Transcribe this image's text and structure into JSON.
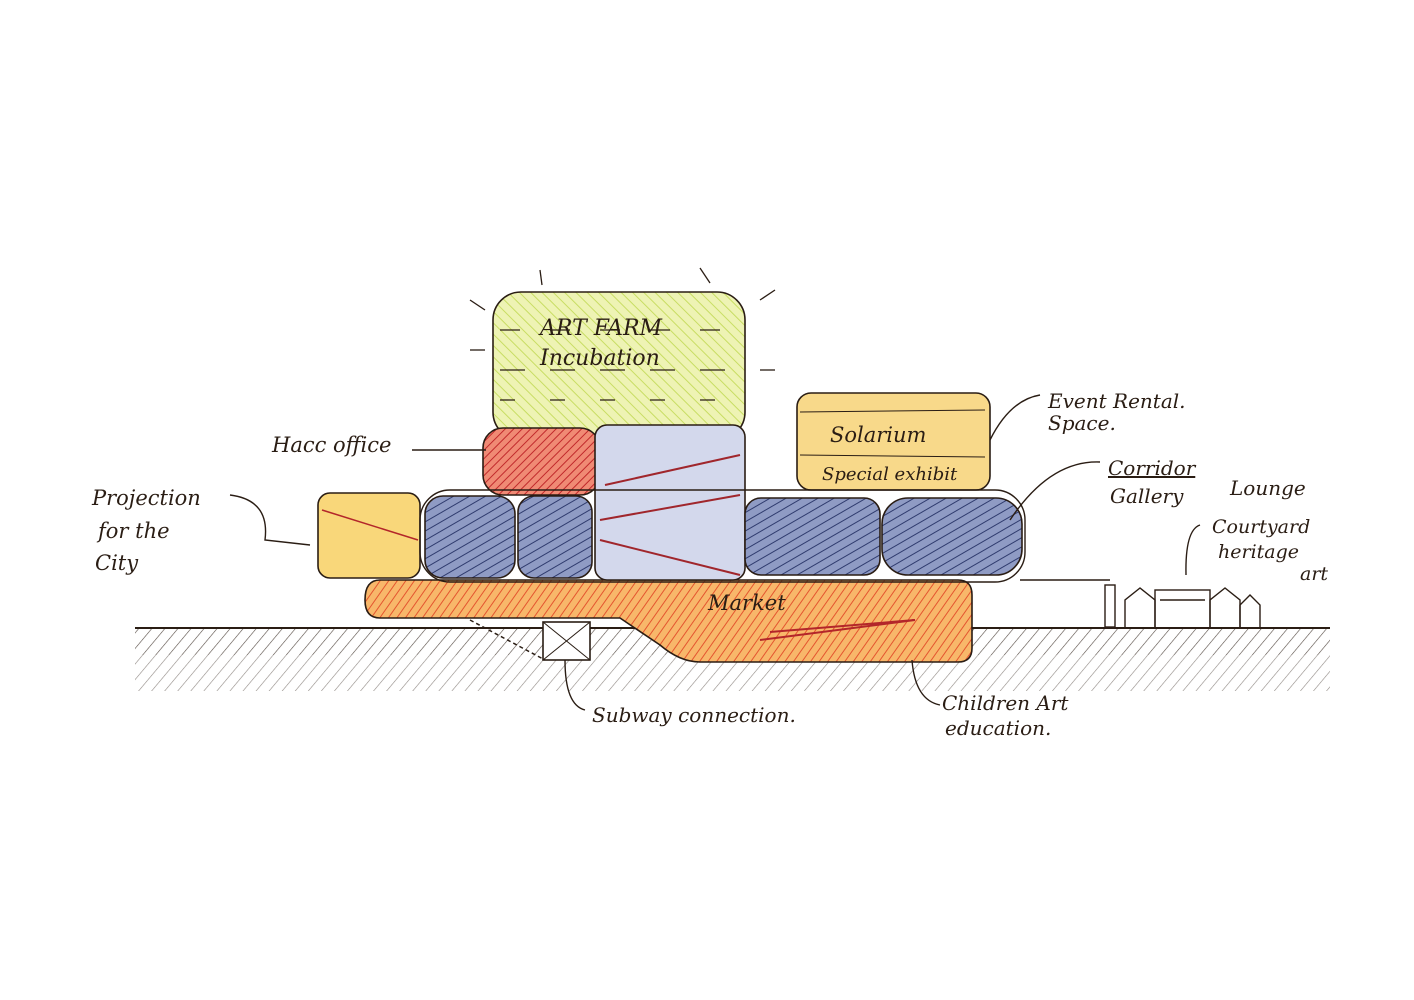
{
  "labels": {
    "art_farm": "ART FARM",
    "incubation": "Incubation",
    "hacc_office": "Hacc office",
    "projection": [
      "Projection",
      "for the",
      "City"
    ],
    "event_rental": [
      "Event Rental.",
      "Space."
    ],
    "solarium": "Solarium",
    "special_exhibit": "Special exhibit",
    "corridor": "Corridor",
    "gallery": "Gallery",
    "lounge": "Lounge",
    "courtyard": [
      "Courtyard",
      "heritage",
      "art"
    ],
    "market": "Market",
    "subway": "Subway connection.",
    "children": [
      "Children Art",
      "education."
    ]
  },
  "colors": {
    "ink": "#2a1d14",
    "yellow_green": "#e4ef9a",
    "red": "#e8634e",
    "blue": "#5d6a9e",
    "light_blue": "#c7cde4",
    "orange": "#f6a24a",
    "yellow": "#f7d878"
  }
}
